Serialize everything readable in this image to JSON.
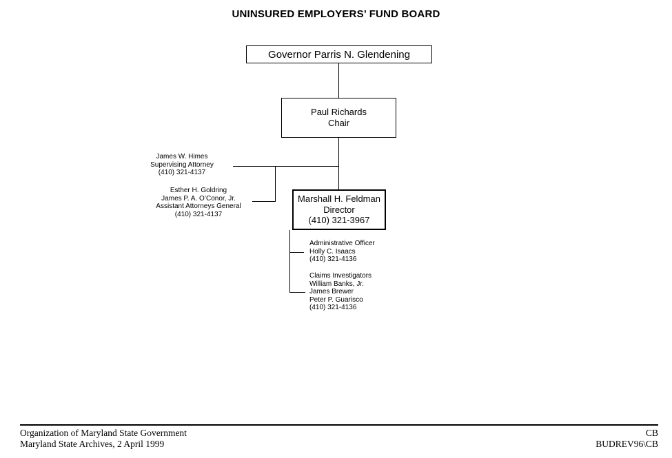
{
  "title": "UNINSURED EMPLOYERS’ FUND BOARD",
  "nodes": {
    "governor": {
      "label": "Governor Parris N. Glendening"
    },
    "chair": {
      "name": "Paul Richards",
      "title": "Chair"
    },
    "director": {
      "name": "Marshall H. Feldman",
      "title": "Director",
      "phone": "(410) 321-3967"
    }
  },
  "annotations": {
    "supervising_attorney": {
      "lines": [
        "James W. Himes",
        "Supervising Attorney",
        "(410) 321-4137"
      ]
    },
    "assistant_attorneys_general": {
      "lines": [
        "Esther H. Goldring",
        "James P. A. O’Conor, Jr.",
        "Assistant Attorneys General",
        "(410) 321-4137"
      ]
    },
    "administrative_officer": {
      "lines": [
        "Administrative Officer",
        "Holly C. Isaacs",
        "(410) 321-4136"
      ]
    },
    "claims_investigators": {
      "lines": [
        "Claims Investigators",
        "William Banks, Jr.",
        "James Brewer",
        "Peter P. Guarisco",
        "(410) 321-4136"
      ]
    }
  },
  "footer": {
    "left_line1": "Organization of Maryland State Government",
    "left_line2": "Maryland State Archives, 2 April 1999",
    "right_line1": "CB",
    "right_line2": "BUDREV96\\CB"
  },
  "colors": {
    "line": "#000000",
    "text": "#000000",
    "background": "#ffffff"
  }
}
